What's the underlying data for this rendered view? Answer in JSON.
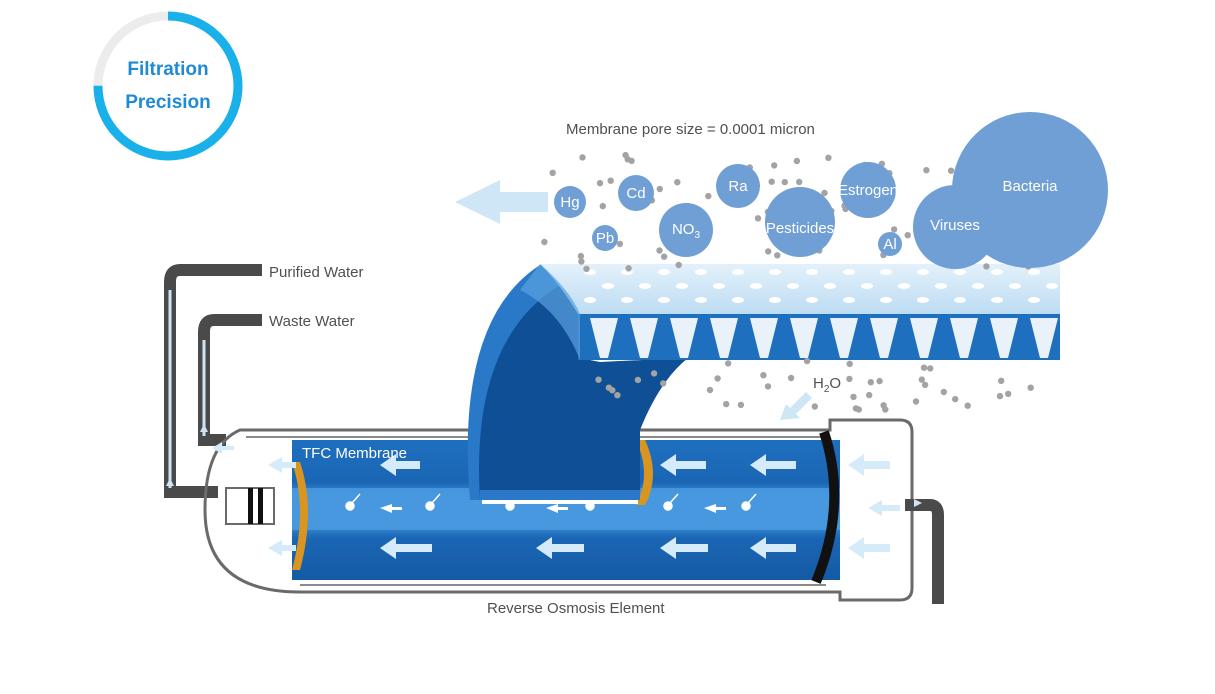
{
  "badge": {
    "line1": "Filtration",
    "line2": "Precision"
  },
  "labels": {
    "pore_size": "Membrane pore size = 0.0001 micron",
    "purified_water": "Purified Water",
    "waste_water": "Waste Water",
    "tfc_membrane": "TFC Membrane",
    "h2o_main": "H",
    "h2o_sub": "2",
    "h2o_tail": "O",
    "element": "Reverse Osmosis Element"
  },
  "contaminants": {
    "hg": "Hg",
    "cd": "Cd",
    "pb": "Pb",
    "no3_main": "NO",
    "no3_sub": "3",
    "ra": "Ra",
    "pesticides": "Pesticides",
    "estrogen": "Estrogen",
    "al": "Al",
    "viruses": "Viruses",
    "bacteria": "Bacteria"
  },
  "colors": {
    "badge_ring": "#1ab0ea",
    "badge_track": "#ececec",
    "badge_text": "#1f8ad6",
    "contaminant": "#6f9fd5",
    "membrane_dark": "#0e4f96",
    "membrane_mid": "#1f6fbf",
    "membrane_light": "#3b8fd8",
    "membrane_face": "#cfe6f7",
    "membrane_edge": "#d9951f",
    "housing": "#4a4a4a",
    "dots": "#a3a3a3"
  }
}
